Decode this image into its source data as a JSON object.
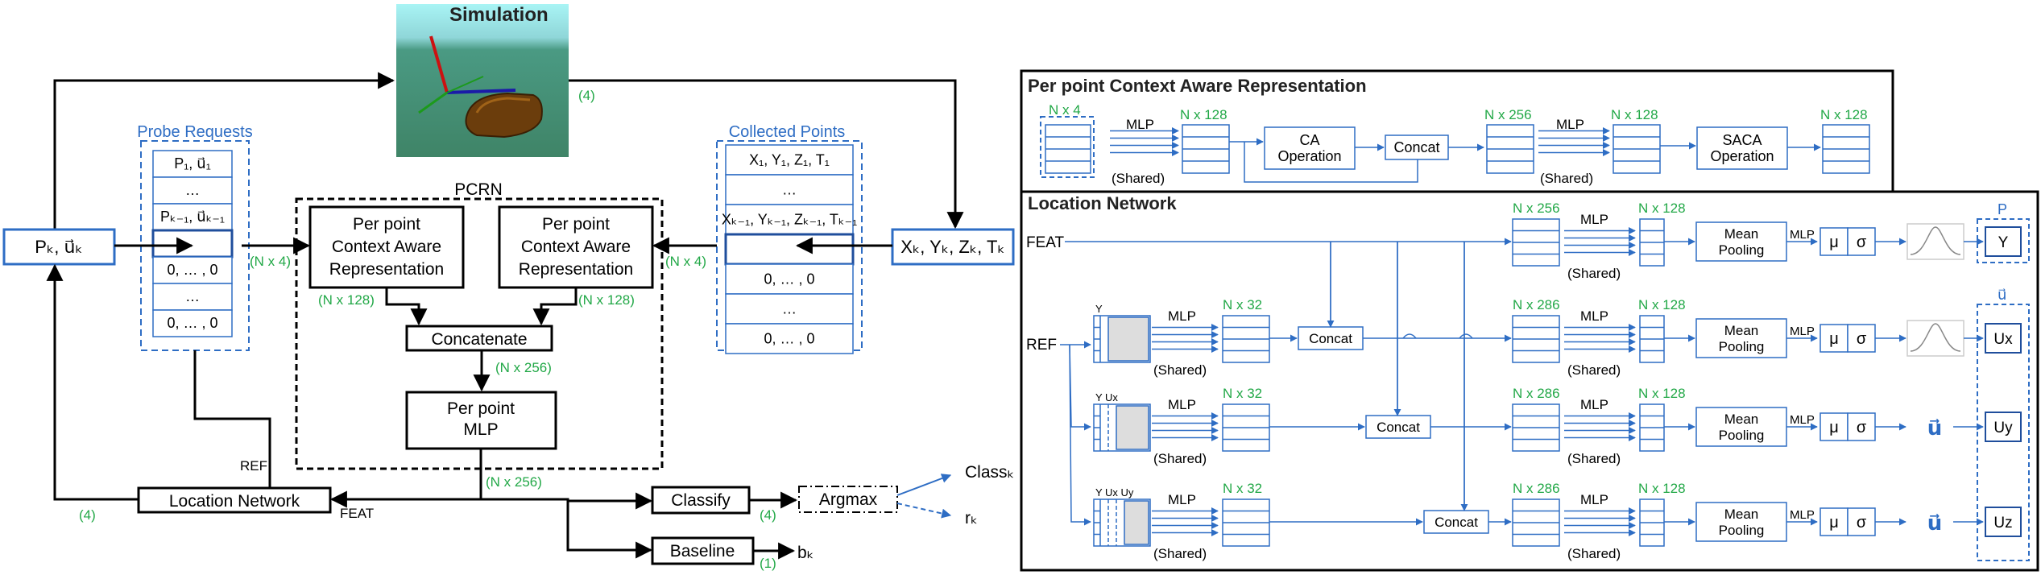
{
  "colors": {
    "blue": "#2e6dc4",
    "green": "#22a847",
    "black": "#000000"
  },
  "left": {
    "simulation_title": "Simulation",
    "probe_requests_title": "Probe Requests",
    "probe_rows": [
      "P₁, u⃗₁",
      "…",
      "Pₖ₋₁, u⃗ₖ₋₁",
      "",
      "0, … , 0",
      "…",
      "0, … , 0"
    ],
    "collected_points_title": "Collected Points",
    "collected_rows": [
      "X₁, Y₁, Z₁, T₁",
      "…",
      "Xₖ₋₁, Yₖ₋₁, Zₖ₋₁, Tₖ₋₁",
      "",
      "0, … , 0",
      "…",
      "0, … , 0"
    ],
    "input_left": "Pₖ, u⃗ₖ",
    "input_right": "Xₖ, Yₖ, Zₖ, Tₖ",
    "pcrn_title": "PCRN",
    "pcar_left_lines": [
      "Per point",
      "Context Aware",
      "Representation"
    ],
    "pcar_right_lines": [
      "Per point",
      "Context Aware",
      "Representation"
    ],
    "concatenate": "Concatenate",
    "mlp_lines": [
      "Per point",
      "MLP"
    ],
    "location_network": "Location Network",
    "classify": "Classify",
    "argmax": "Argmax",
    "baseline": "Baseline",
    "class_out": "Classₖ",
    "r_out": "rₖ",
    "b_out": "bₖ",
    "ref": "REF",
    "feat": "FEAT",
    "g_4_top": "(4)",
    "g_4_left": "(4)",
    "g_4_classify": "(4)",
    "g_1_baseline": "(1)",
    "g_nx4_left": "(N x 4)",
    "g_nx4_right": "(N x 4)",
    "g_nx128_left": "(N x 128)",
    "g_nx128_right": "(N x 128)",
    "g_nx256_a": "(N x 256)",
    "g_nx256_b": "(N x 256)"
  },
  "pcar_panel": {
    "title": "Per point Context Aware Representation",
    "n4": "N x 4",
    "n128a": "N x 128",
    "n256": "N x 256",
    "n128b": "N x 128",
    "n128c": "N x 128",
    "mlp1": "MLP",
    "mlp2": "MLP",
    "shared1": "(Shared)",
    "shared2": "(Shared)",
    "ca_lines": [
      "CA",
      "Operation"
    ],
    "concat": "Concat",
    "saca_lines": [
      "SACA",
      "Operation"
    ]
  },
  "loc_panel": {
    "title": "Location Network",
    "feat": "FEAT",
    "ref": "REF",
    "p_label": "P",
    "u_label": "u⃗",
    "mlp": "MLP",
    "shared": "(Shared)",
    "concat": "Concat",
    "mean_lines": [
      "Mean",
      "Pooling"
    ],
    "mu": "μ",
    "sigma": "σ",
    "u_vec": "u⃗",
    "rows": [
      {
        "n_in": "N x 256",
        "n_out": "N x 128",
        "out": "Y"
      },
      {
        "n_pre": "N x 32",
        "n_in": "N x 286",
        "n_out": "N x 128",
        "out": "Ux",
        "prefix": "Y"
      },
      {
        "n_pre": "N x 32",
        "n_in": "N x 286",
        "n_out": "N x 128",
        "out": "Uy",
        "prefix": "Y Ux"
      },
      {
        "n_pre": "N x 32",
        "n_in": "N x 286",
        "n_out": "N x 128",
        "out": "Uz",
        "prefix": "Y Ux Uy"
      }
    ]
  }
}
